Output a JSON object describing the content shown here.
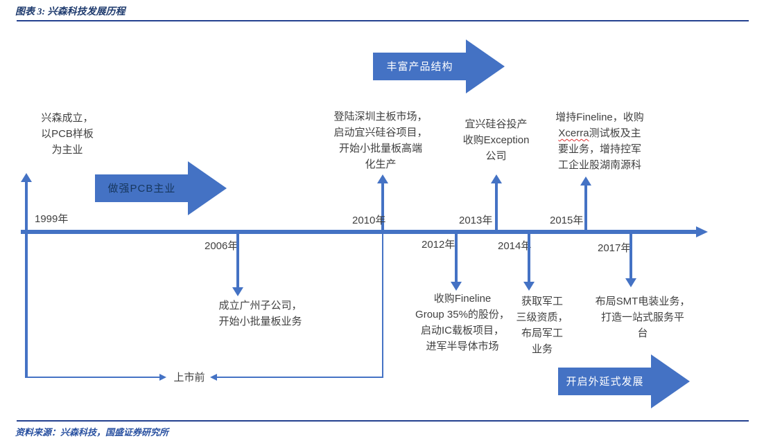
{
  "header": {
    "title": "图表 3: 兴森科技发展历程"
  },
  "footer": {
    "source": "资料来源：兴森科技，国盛证券研究所"
  },
  "phases": {
    "phase1": "做强PCB主业",
    "phase2": "丰富产品结构",
    "phase3": "开启外延式发展"
  },
  "bracket": {
    "label": "上市前"
  },
  "events": {
    "y1999": {
      "year": "1999年",
      "lines": [
        "兴森成立，",
        "以PCB样板",
        "为主业"
      ]
    },
    "y2006": {
      "year": "2006年",
      "lines": [
        "成立广州子公司，",
        "开始小批量板业务"
      ]
    },
    "y2010": {
      "year": "2010年",
      "lines": [
        "登陆深圳主板市场，",
        "启动宜兴硅谷项目，",
        "开始小批量板高端",
        "化生产"
      ]
    },
    "y2012": {
      "year": "2012年",
      "lines": [
        "收购Fineline",
        "Group 35%的股份，",
        "启动IC载板项目，",
        "进军半导体市场"
      ]
    },
    "y2013": {
      "year": "2013年",
      "lines": [
        "宜兴硅谷投产",
        "收购Exception",
        "公司"
      ]
    },
    "y2014": {
      "year": "2014年",
      "lines": [
        "获取军工",
        "三级资质，",
        "布局军工",
        "业务"
      ]
    },
    "y2015": {
      "year": "2015年",
      "line1": "增持Fineline，收购",
      "line2_misspelled": "Xcerra",
      "line2_rest": "测试板及主",
      "line3": "要业务，增持控军",
      "line4": "工企业股湖南源科"
    },
    "y2017": {
      "year": "2017年",
      "lines": [
        "布局SMT电装业务，",
        "打造一站式服务平",
        "台"
      ]
    }
  },
  "colors": {
    "accent_blue": "#4472C4",
    "title_navy": "#1F3B6E",
    "phase1_text": "#17375E",
    "phase_light_text": "#FFFFFF",
    "body_text": "#404040",
    "source_blue": "#2850A0",
    "misspell_red": "#E03030"
  }
}
